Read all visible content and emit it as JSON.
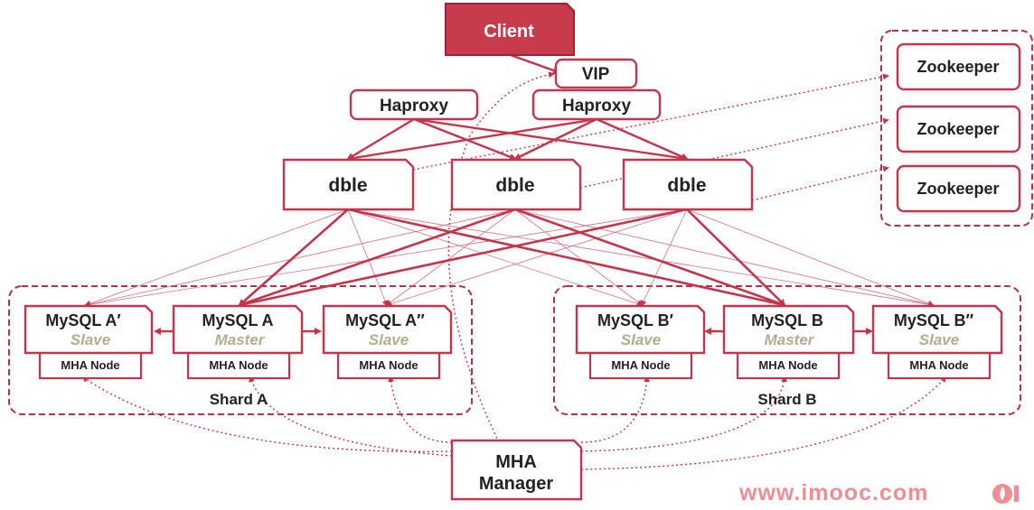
{
  "client": "Client",
  "vip": "VIP",
  "haproxy": [
    "Haproxy",
    "Haproxy"
  ],
  "dble": [
    "dble",
    "dble",
    "dble"
  ],
  "zookeeper": [
    "Zookeeper",
    "Zookeeper",
    "Zookeeper"
  ],
  "shard_a": {
    "label": "Shard A",
    "nodes": [
      {
        "name": "MySQL A′",
        "role": "Slave",
        "agent": "MHA Node"
      },
      {
        "name": "MySQL A",
        "role": "Master",
        "agent": "MHA Node"
      },
      {
        "name": "MySQL A″",
        "role": "Slave",
        "agent": "MHA Node"
      }
    ]
  },
  "shard_b": {
    "label": "Shard B",
    "nodes": [
      {
        "name": "MySQL B′",
        "role": "Slave",
        "agent": "MHA Node"
      },
      {
        "name": "MySQL B",
        "role": "Master",
        "agent": "MHA Node"
      },
      {
        "name": "MySQL B″",
        "role": "Slave",
        "agent": "MHA Node"
      }
    ]
  },
  "mha_manager": [
    "MHA",
    "Manager"
  ],
  "watermark": "www.imooc.com",
  "colors": {
    "accent": "#c4344a",
    "client_fill": "#c73b4d",
    "role_text": "#b2ad8e",
    "watermark": "#ef8d95"
  }
}
